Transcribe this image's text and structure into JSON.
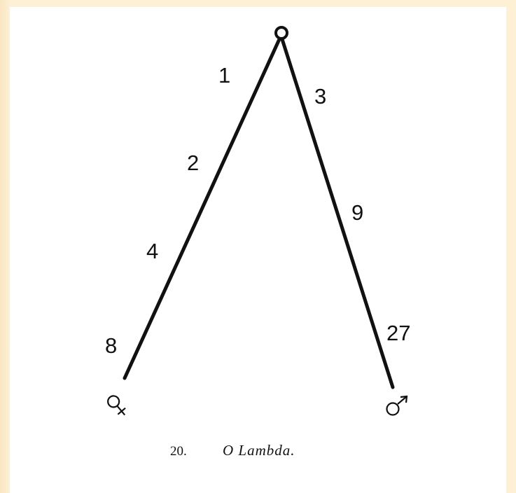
{
  "diagram": {
    "left_leg_labels": [
      "1",
      "2",
      "4",
      "8"
    ],
    "right_leg_labels": [
      "3",
      "9",
      "27"
    ],
    "left_symbol": "venus-symbol",
    "right_symbol": "mars-symbol",
    "line_color": "#111111"
  },
  "caption": {
    "number": "20.",
    "title": "O Lambda."
  }
}
